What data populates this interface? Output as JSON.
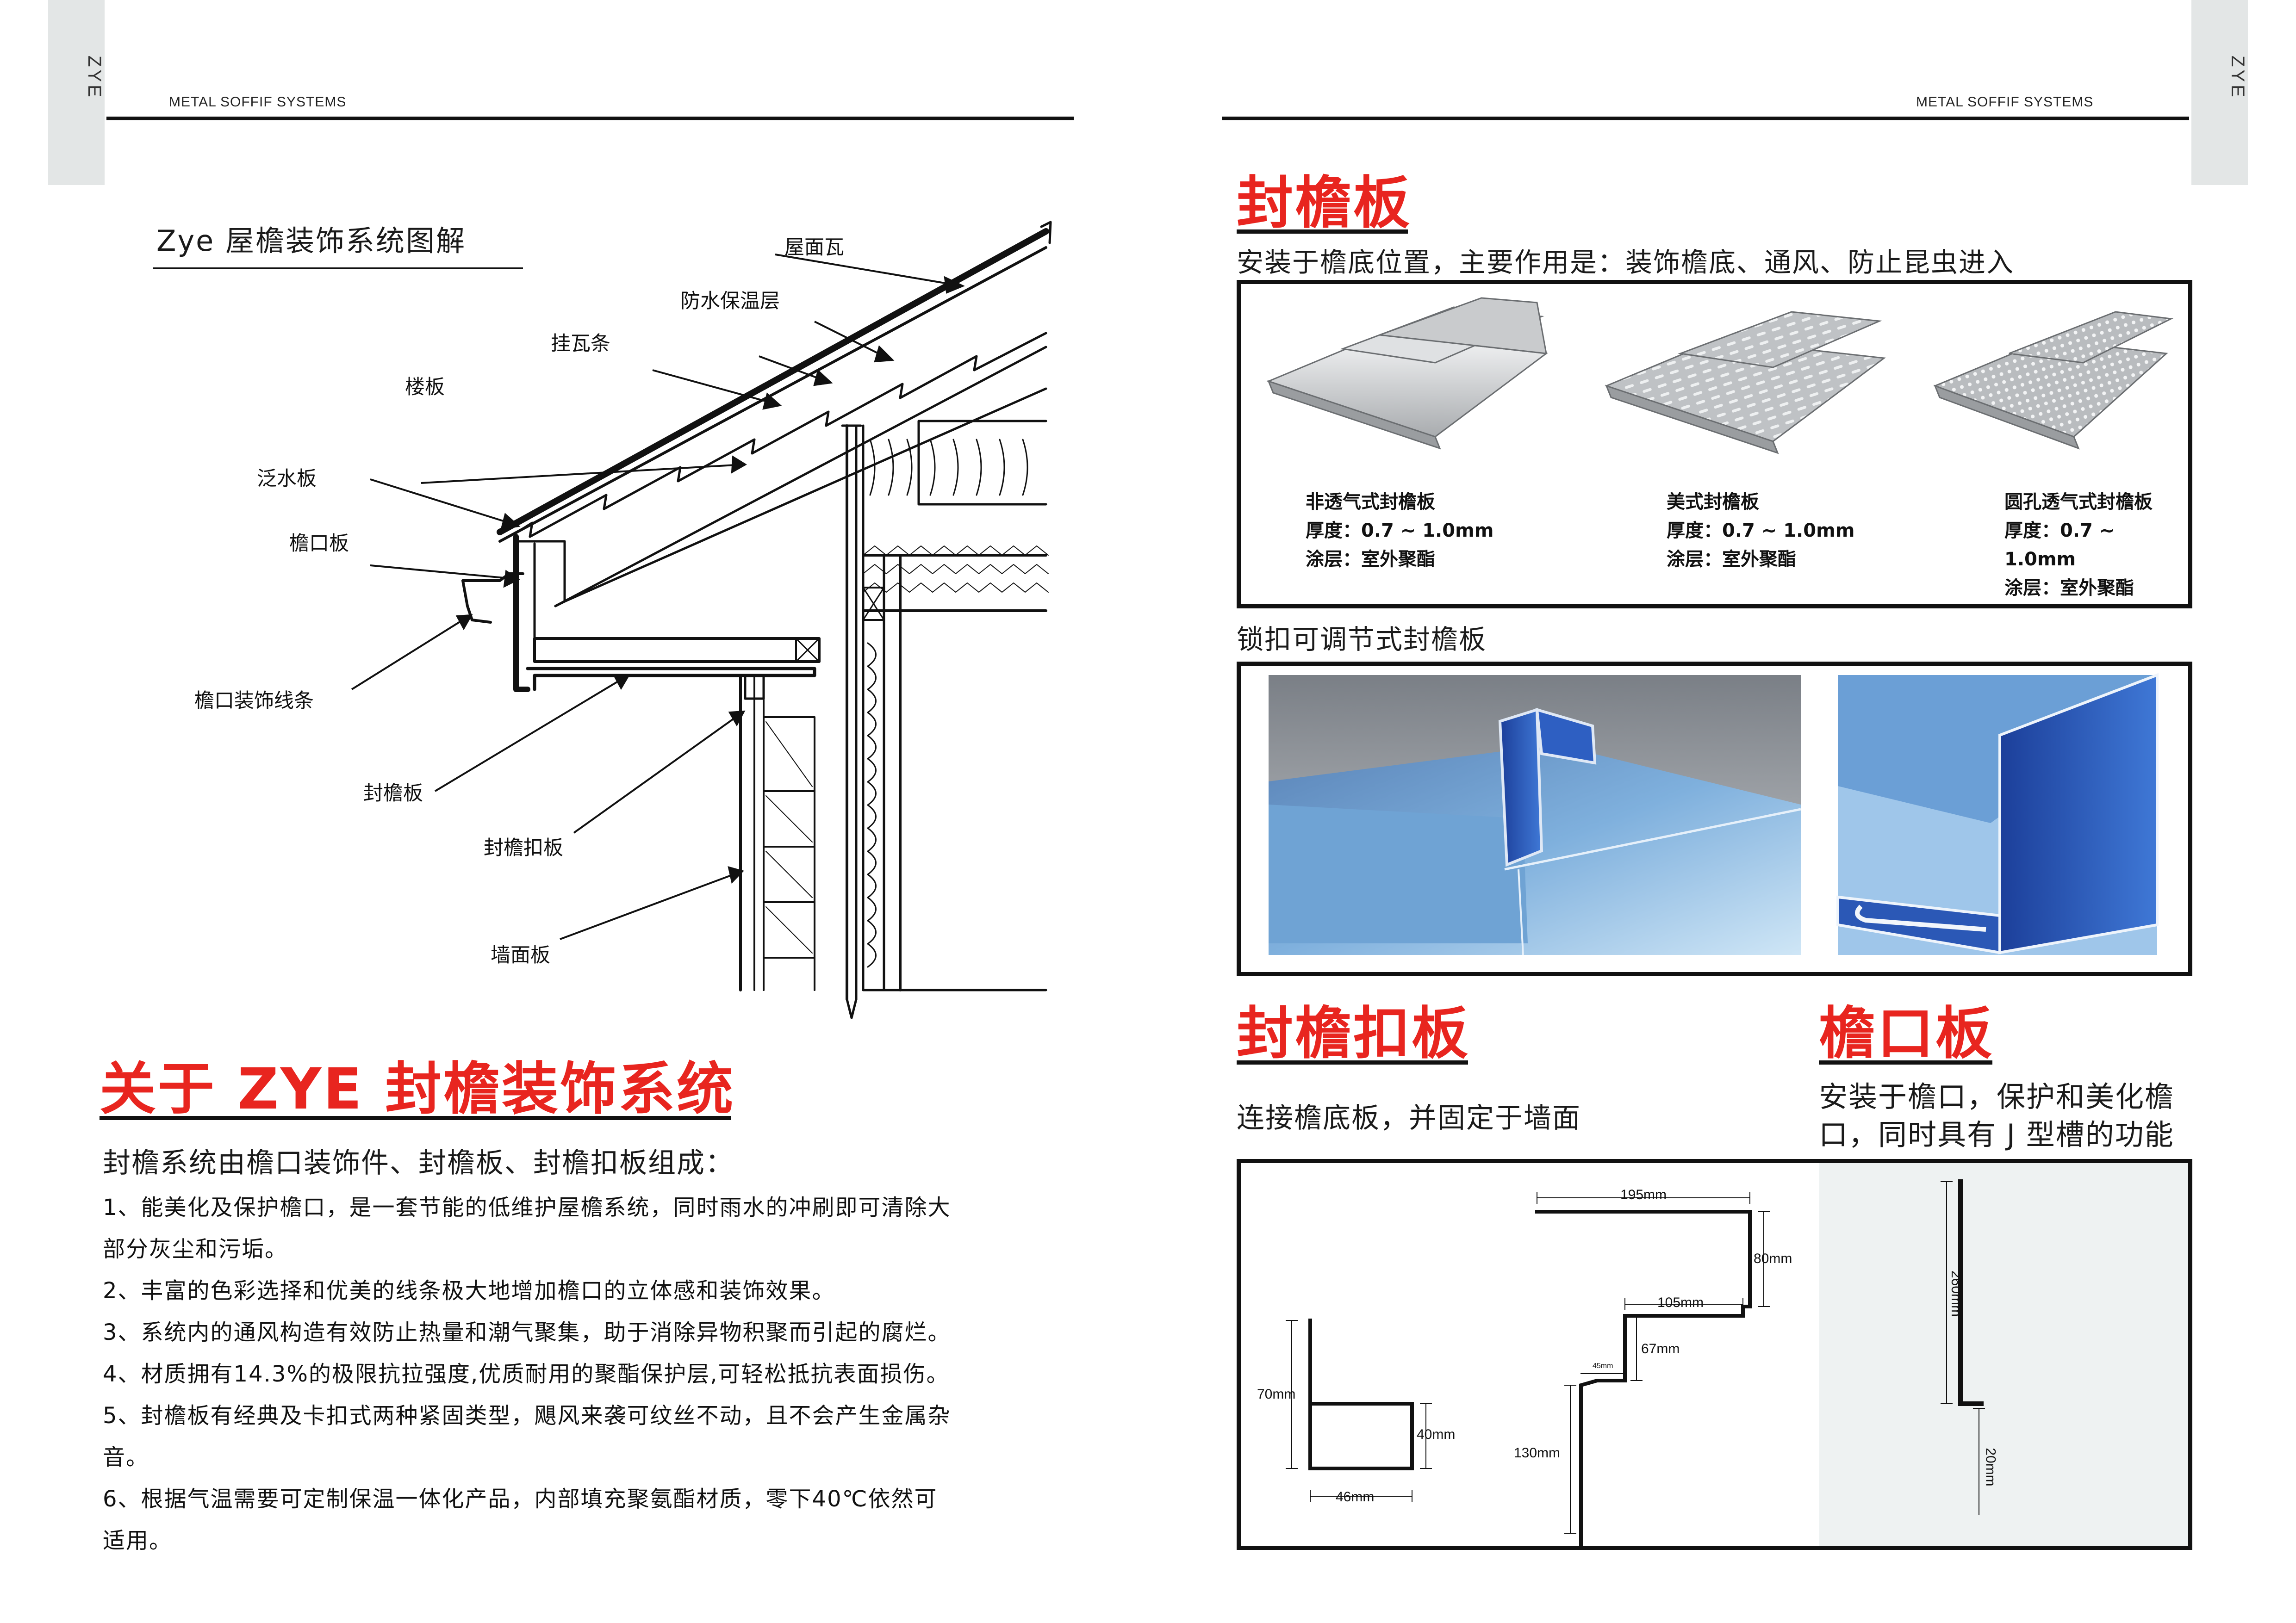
{
  "left_page": {
    "side_tab": "ZYE",
    "header": "METAL SOFFIF SYSTEMS",
    "diagram": {
      "title": "Zye 屋檐装饰系统图解",
      "labels": {
        "roof_tile": "屋面瓦",
        "waterproof": "防水保温层",
        "batten": "挂瓦条",
        "deck": "楼板",
        "flashing": "泛水板",
        "fascia": "檐口板",
        "trim": "檐口装饰线条",
        "soffit": "封檐板",
        "clip": "封檐扣板",
        "wall": "墙面板"
      }
    },
    "section_title": "关于 ZYE 封檐装饰系统",
    "intro": "封檐系统由檐口装饰件、封檐板、封檐扣板组成：",
    "lines": [
      "1、能美化及保护檐口，是一套节能的低维护屋檐系统，同时雨水的冲刷即可清除大",
      "部分灰尘和污垢。",
      "2、丰富的色彩选择和优美的线条极大地增加檐口的立体感和装饰效果。",
      "3、系统内的通风构造有效防止热量和潮气聚集，助于消除异物积聚而引起的腐烂。",
      "4、材质拥有14.3%的极限抗拉强度,优质耐用的聚酯保护层,可轻松抵抗表面损伤。",
      "5、封檐板有经典及卡扣式两种紧固类型，飓风来袭可纹丝不动，且不会产生金属杂",
      "音。",
      "6、根据气温需要可定制保温一体化产品，内部填充聚氨酯材质，零下40℃依然可",
      "适用。"
    ]
  },
  "right_page": {
    "side_tab": "ZYE",
    "header": "METAL SOFFIF SYSTEMS",
    "soffit": {
      "title": "封檐板",
      "subtitle": "安装于檐底位置，主要作用是：装饰檐底、通风、防止昆虫进入",
      "panels": [
        {
          "name": "非透气式封檐板",
          "thickness": "厚度：0.7 ~ 1.0mm",
          "coating": "涂层：室外聚酯"
        },
        {
          "name": "美式封檐板",
          "thickness": "厚度：0.7 ~ 1.0mm",
          "coating": "涂层：室外聚酯"
        },
        {
          "name": "圆孔透气式封檐板",
          "thickness": "厚度：0.7 ~ 1.0mm",
          "coating": "涂层：室外聚酯"
        }
      ],
      "lock_caption": "锁扣可调节式封檐板"
    },
    "clip": {
      "title": "封檐扣板",
      "subtitle": "连接檐底板，并固定于墙面"
    },
    "fascia": {
      "title": "檐口板",
      "subtitle_1": "安装于檐口，保护和美化檐",
      "subtitle_2": "口，同时具有 J 型槽的功能"
    },
    "dimensions": {
      "clip_h": "70mm",
      "clip_w": "46mm",
      "clip_r": "40mm",
      "trim_top": "195mm",
      "trim_80": "80mm",
      "trim_105": "105mm",
      "trim_67": "67mm",
      "trim_45": "45mm",
      "trim_130": "130mm",
      "fascia_h": "260mm",
      "fascia_b": "20mm"
    }
  },
  "colors": {
    "accent_red": "#e8251f",
    "panel_blue": "#2f6fd0",
    "tab_gray": "#e3e6e6"
  }
}
